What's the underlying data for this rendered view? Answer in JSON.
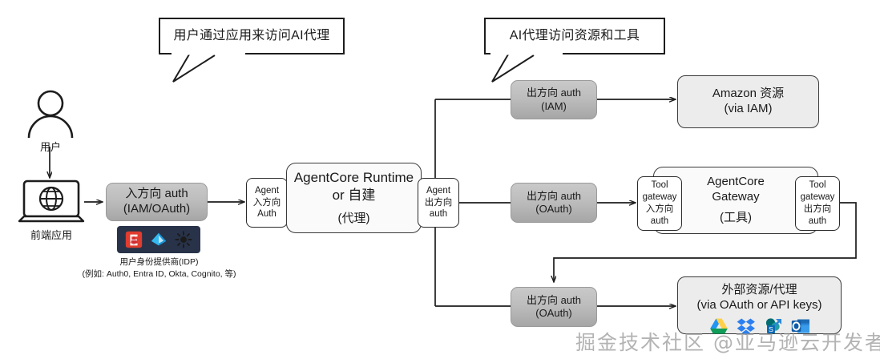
{
  "callouts": [
    {
      "id": "user-flow",
      "text": "用户通过应用来访问AI代理"
    },
    {
      "id": "agent-flow",
      "text": "AI代理访问资源和工具"
    }
  ],
  "left_column": {
    "user_label": "用户",
    "frontend_label": "前端应用",
    "inbound_auth": {
      "line1": "入方向 auth",
      "line2": "(IAM/OAuth)"
    },
    "idp": {
      "caption_line1": "用户身份提供商(IDP)",
      "caption_line2": "(例如: Auth0, Entra ID, Okta, Cognito, 等)",
      "icons": [
        "auth0-icon",
        "entra-id-icon",
        "okta-icon"
      ]
    }
  },
  "runtime": {
    "agent_inbound": {
      "line1": "Agent",
      "line2": "入方向",
      "line3": "Auth"
    },
    "core": {
      "line1": "AgentCore Runtime",
      "line2": "or 自建",
      "line3": "(代理)"
    },
    "agent_outbound": {
      "line1": "Agent",
      "line2": "出方向",
      "line3": "auth"
    }
  },
  "rows": [
    {
      "id": "iam-row",
      "auth": {
        "line1": "出方向 auth",
        "line2": "(IAM)"
      },
      "target": {
        "line1": "Amazon 资源",
        "line2": "(via IAM)"
      }
    },
    {
      "id": "gateway-row",
      "auth": {
        "line1": "出方向 auth",
        "line2": "(OAuth)"
      },
      "gateway_in": {
        "line1": "Tool",
        "line2": "gateway",
        "line3": "入方向",
        "line4": "auth"
      },
      "gateway": {
        "line1": "AgentCore",
        "line2": "Gateway",
        "line3": "(工具)"
      },
      "gateway_out": {
        "line1": "Tool",
        "line2": "gateway",
        "line3": "出方向",
        "line4": "auth"
      }
    },
    {
      "id": "external-row",
      "auth": {
        "line1": "出方向 auth",
        "line2": "(OAuth)"
      },
      "target": {
        "line1": "外部资源/代理",
        "line2": "(via OAuth or API keys)"
      },
      "icons": [
        "google-drive-icon",
        "dropbox-icon",
        "sharepoint-icon",
        "outlook-icon"
      ]
    }
  ],
  "watermark": "掘金技术社区 @亚马逊云开发者",
  "colors": {
    "gray_box": "#bdbdbd",
    "light_gray_box": "#ececec",
    "line": "#1d1d1d",
    "idp_strip": "#28334a"
  }
}
